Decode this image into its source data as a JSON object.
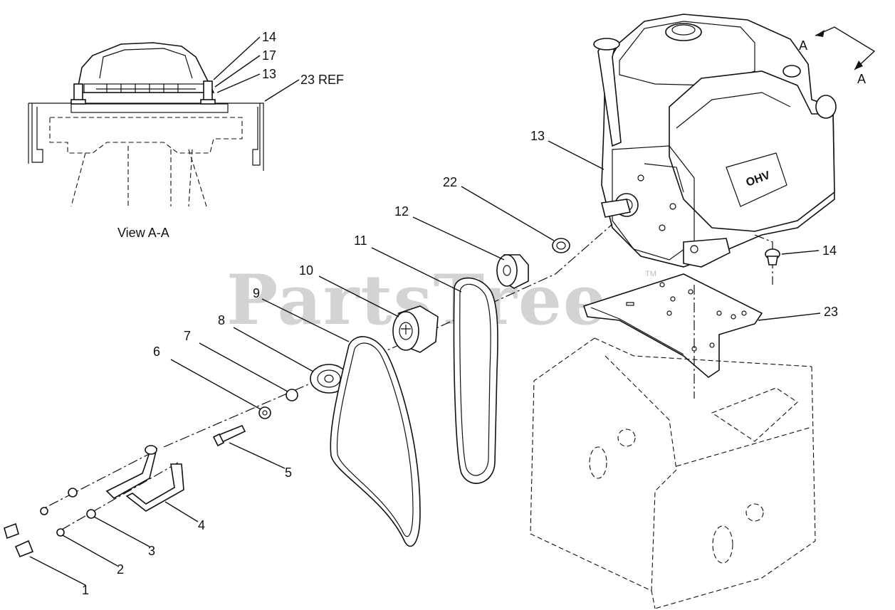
{
  "view_title": "View A-A",
  "section_marker": "A",
  "watermark": {
    "text": "PartsTree",
    "trademark": "TM"
  },
  "inset_callouts": [
    {
      "id": "c-inset-14",
      "text": "14"
    },
    {
      "id": "c-inset-17",
      "text": "17"
    },
    {
      "id": "c-inset-13",
      "text": "13"
    },
    {
      "id": "c-inset-23ref",
      "text": "23 REF"
    }
  ],
  "callouts": [
    {
      "id": "c-1",
      "text": "1"
    },
    {
      "id": "c-2",
      "text": "2"
    },
    {
      "id": "c-3",
      "text": "3"
    },
    {
      "id": "c-4",
      "text": "4"
    },
    {
      "id": "c-5",
      "text": "5"
    },
    {
      "id": "c-6",
      "text": "6"
    },
    {
      "id": "c-7",
      "text": "7"
    },
    {
      "id": "c-8",
      "text": "8"
    },
    {
      "id": "c-9",
      "text": "9"
    },
    {
      "id": "c-10",
      "text": "10"
    },
    {
      "id": "c-11",
      "text": "11"
    },
    {
      "id": "c-12",
      "text": "12"
    },
    {
      "id": "c-13",
      "text": "13"
    },
    {
      "id": "c-14",
      "text": "14"
    },
    {
      "id": "c-22",
      "text": "22"
    },
    {
      "id": "c-23",
      "text": "23"
    }
  ],
  "engine_badge": "OHV"
}
